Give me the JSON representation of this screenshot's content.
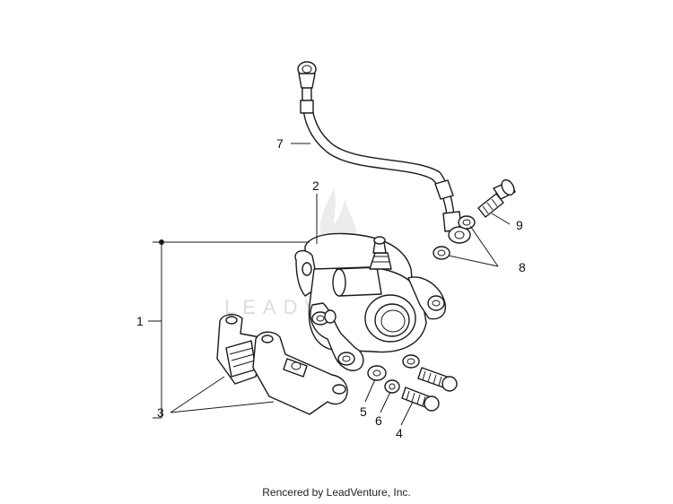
{
  "watermark": {
    "text": "LEADVENTURE"
  },
  "callouts": [
    {
      "id": "1",
      "label": "1"
    },
    {
      "id": "2",
      "label": "2"
    },
    {
      "id": "3",
      "label": "3"
    },
    {
      "id": "4",
      "label": "4"
    },
    {
      "id": "5",
      "label": "5"
    },
    {
      "id": "6",
      "label": "6"
    },
    {
      "id": "7",
      "label": "7"
    },
    {
      "id": "8",
      "label": "8"
    },
    {
      "id": "9",
      "label": "9"
    }
  ],
  "footer": {
    "text": "Rencered by LeadVenture, Inc."
  },
  "colors": {
    "line": "#1a1a1a",
    "watermark": "#dcdcdc",
    "background": "#ffffff"
  }
}
